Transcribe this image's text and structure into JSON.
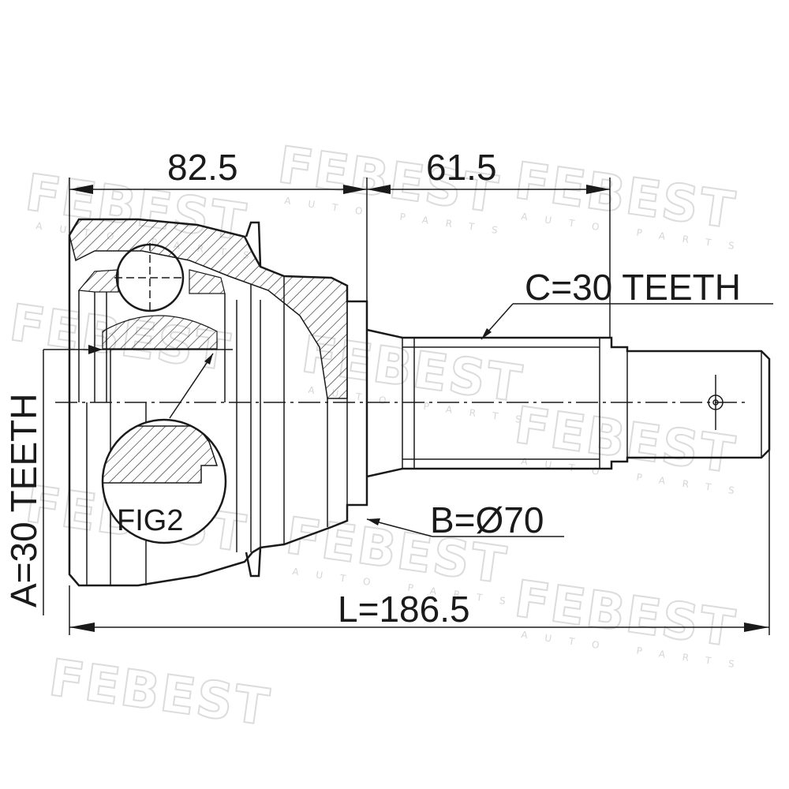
{
  "watermark": {
    "brand": "FEBEST",
    "subtitle": "AUTO PARTS"
  },
  "dimensions": {
    "housing_length": "82.5",
    "stub_length": "61.5",
    "spline_c": "C=30 TEETH",
    "diameter_b": "B=Ø70",
    "spline_a": "A=30 TEETH",
    "total_length": "L=186.5"
  },
  "detail": {
    "label": "FIG2"
  },
  "colors": {
    "line": "#1a1a1a",
    "watermark": "#dcdcdc"
  }
}
